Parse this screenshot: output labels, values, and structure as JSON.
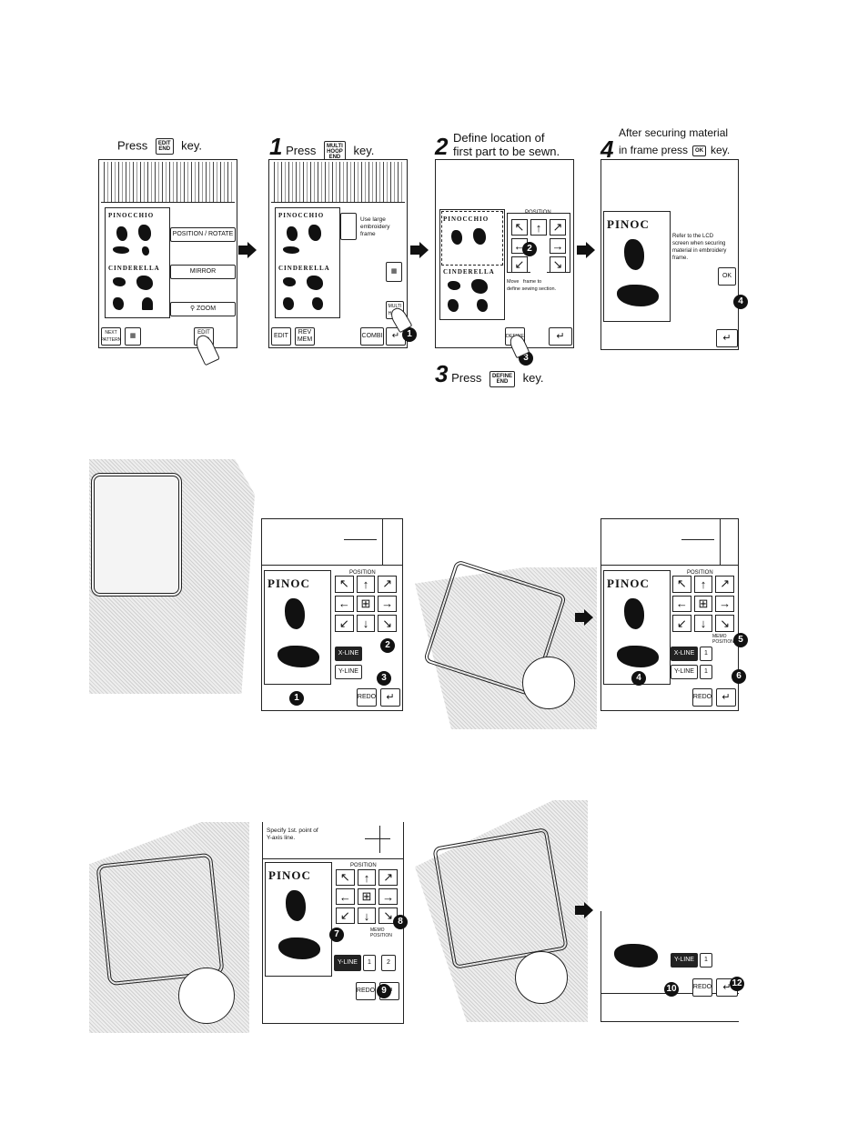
{
  "captions": {
    "c0_press": "Press",
    "c0_key": "key.",
    "c1_num": "1",
    "c1_press": "Press",
    "c1_key": "key.",
    "c2_num": "2",
    "c2_line1": "Define location of",
    "c2_line2": "first part to be sewn.",
    "c3_num": "3",
    "c3_press": "Press",
    "c3_key": "key.",
    "c4_line1": "After securing material",
    "c4_num": "4",
    "c4_line2": "in frame press",
    "c4_key": "key."
  },
  "keys": {
    "edit_end": "EDIT\nEND",
    "multi_hoop_end": "MULTI\nHOOP\nEND",
    "define_end": "DEFINE\nEND",
    "ok": "OK"
  },
  "screens": {
    "s1": {
      "buttons": [
        "POSITION / ROTATE",
        "MIRROR",
        "ZOOM"
      ],
      "next_pattern": "NEXT\nPATTERN",
      "edit_end": "EDIT\nEND"
    },
    "s2": {
      "note": "Use large\nembroidery\nframe",
      "edit": "EDIT",
      "rev_mem": "REV\nMEM",
      "combi": "COMBI",
      "multi": "MULTI\nHOOP"
    },
    "s3": {
      "position": "POSITION",
      "note": "Move   frame to\ndefine sewing section.",
      "define": "DEFINE"
    },
    "s4": {
      "note": "Refer to the LCD\nscreen when securing\nmaterial in embroidery\nframe.",
      "ok": "OK"
    },
    "patterns": {
      "pinocchio": "PINOCCHIO",
      "cinderella": "CINDERELLA",
      "pinoc": "PINOC"
    },
    "row2": {
      "position": "POSITION",
      "xline": "X-LINE",
      "yline": "Y-LINE",
      "redo": "REDO",
      "memo_position": "MEMO\nPOSITION",
      "one": "1"
    },
    "row3": {
      "specify": "Specify 1st. point of\nY-axis line.",
      "position": "POSITION",
      "memo_position": "MEMO\nPOSITION",
      "yline": "Y-LINE",
      "two": "2",
      "redo": "REDO",
      "one": "1"
    }
  },
  "markers": [
    "1",
    "2",
    "3",
    "4",
    "5",
    "6",
    "7",
    "8",
    "9",
    "10",
    "12"
  ]
}
